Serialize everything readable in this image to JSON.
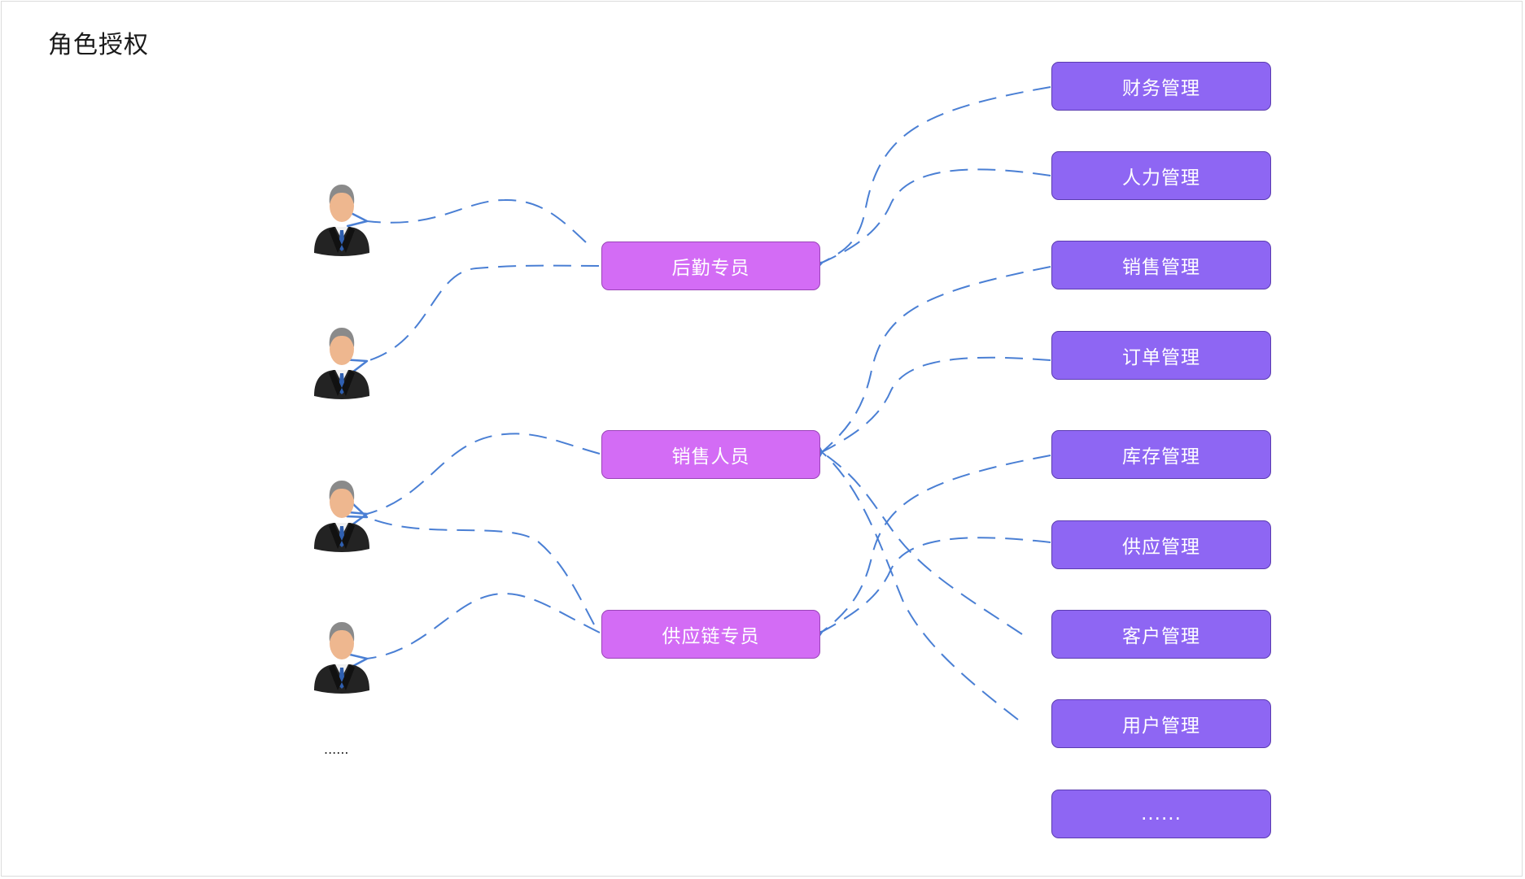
{
  "title": "角色授权",
  "roles": [
    {
      "label": "后勤专员"
    },
    {
      "label": "销售人员"
    },
    {
      "label": "供应链专员"
    }
  ],
  "permissions": [
    {
      "label": "财务管理"
    },
    {
      "label": "人力管理"
    },
    {
      "label": "销售管理"
    },
    {
      "label": "订单管理"
    },
    {
      "label": "库存管理"
    },
    {
      "label": "供应管理"
    },
    {
      "label": "客户管理"
    },
    {
      "label": "用户管理"
    },
    {
      "label": "......"
    }
  ],
  "users": [
    {
      "icon": "user-icon"
    },
    {
      "icon": "user-icon"
    },
    {
      "icon": "user-icon"
    },
    {
      "icon": "user-icon"
    }
  ],
  "users_more": "......",
  "colors": {
    "role_box": "#d36cf5",
    "permission_box": "#8e66f3",
    "connector": "#4a7fd4"
  },
  "connections": {
    "permission_to_role": [
      {
        "from": "财务管理",
        "to": "后勤专员"
      },
      {
        "from": "人力管理",
        "to": "后勤专员"
      },
      {
        "from": "销售管理",
        "to": "销售人员"
      },
      {
        "from": "订单管理",
        "to": "销售人员"
      },
      {
        "from": "客户管理",
        "to": "销售人员"
      },
      {
        "from": "用户管理",
        "to": "销售人员"
      },
      {
        "from": "库存管理",
        "to": "供应链专员"
      },
      {
        "from": "供应管理",
        "to": "供应链专员"
      }
    ],
    "role_to_user": [
      {
        "from": "后勤专员",
        "to": "user-1"
      },
      {
        "from": "后勤专员",
        "to": "user-2"
      },
      {
        "from": "销售人员",
        "to": "user-3"
      },
      {
        "from": "供应链专员",
        "to": "user-3"
      },
      {
        "from": "供应链专员",
        "to": "user-4"
      }
    ]
  }
}
